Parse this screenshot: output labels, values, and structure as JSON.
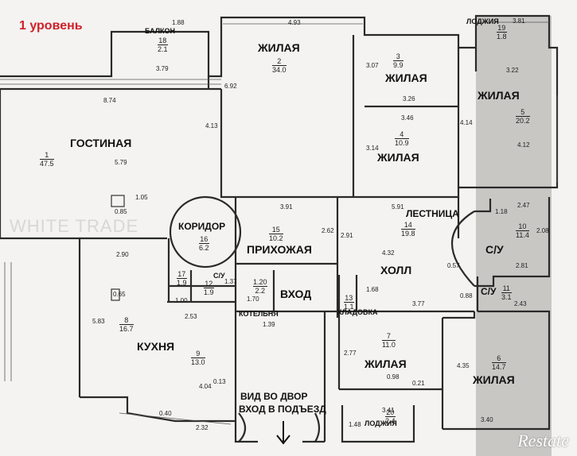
{
  "title": "1 уровень",
  "watermark": "WHITE TRADE",
  "logo": "Restate",
  "rooms": {
    "gostinaya": {
      "label": "ГОСТИНАЯ",
      "num": "1",
      "area": "47.5"
    },
    "kuhnya": {
      "label": "КУХНЯ",
      "num": "8",
      "area": "16.7"
    },
    "kuhnya_sub": {
      "num": "9",
      "area": "13.0"
    },
    "zhilaya_2": {
      "label": "ЖИЛАЯ",
      "num": "2",
      "area": "34.0"
    },
    "zhilaya_3": {
      "label": "ЖИЛАЯ",
      "num": "3",
      "area": "9.9"
    },
    "zhilaya_4": {
      "label": "ЖИЛАЯ",
      "num": "4",
      "area": "10.9"
    },
    "zhilaya_5": {
      "label": "ЖИЛАЯ",
      "num": "5",
      "area": "20.2"
    },
    "zhilaya_6": {
      "label": "ЖИЛАЯ",
      "num": "6",
      "area": "14.7"
    },
    "zhilaya_7": {
      "label": "ЖИЛАЯ",
      "num": "7",
      "area": "11.0"
    },
    "koridor": {
      "label": "КОРИДОР",
      "num": "16",
      "area": "6.2"
    },
    "prihozhaya": {
      "label": "ПРИХОЖАЯ",
      "num": "15",
      "area": "10.2"
    },
    "holl": {
      "label": "ХОЛЛ",
      "num": "14",
      "area": "19.8"
    },
    "lestnica": {
      "label": "ЛЕСТНИЦА"
    },
    "su_10": {
      "label": "С/У",
      "num": "10",
      "area": "11.4"
    },
    "su_11": {
      "label": "С/У",
      "num": "11",
      "area": "3.1"
    },
    "su_12": {
      "label": "С/У",
      "num": "12",
      "area": "1.9"
    },
    "su_17": {
      "num": "17",
      "area": "1.9"
    },
    "vhod": {
      "label": "ВХОД",
      "num": "1.20",
      "area": "2.2"
    },
    "kotelnaya": {
      "label": "КОТЕЛЬНЯ",
      "num": "1.39"
    },
    "kladovka": {
      "label": "КЛАДОВКА",
      "num": "13",
      "area": "1.1"
    },
    "balkon": {
      "label": "БАЛКОН",
      "num": "18",
      "area": "2.1"
    },
    "lodzhiya_top": {
      "label": "ЛОДЖИЯ",
      "num": "19",
      "area": "1.8"
    },
    "lodzhiya_bottom": {
      "label": "ЛОДЖИЯ",
      "num": "20",
      "area": "2.4"
    }
  },
  "entrance": {
    "line1": "ВИД ВО ДВОР",
    "line2": "ВХОД В ПОДЪЕЗД"
  },
  "dims": [
    "1.88",
    "4.93",
    "3.81",
    "3.79",
    "8.74",
    "6.92",
    "3.07",
    "3.26",
    "3.22",
    "3.46",
    "4.14",
    "4.13",
    "3.14",
    "4.12",
    "5.79",
    "1.05",
    "0.85",
    "3.91",
    "5.91",
    "1.18",
    "2.47",
    "2.62",
    "2.91",
    "4.32",
    "2.08",
    "2.90",
    "0.57",
    "2.81",
    "1.37",
    "0.65",
    "1.70",
    "3.77",
    "0.88",
    "2.43",
    "1.00",
    "2.53",
    "1.68",
    "5.83",
    "2.77",
    "0.98",
    "4.35",
    "0.13",
    "4.04",
    "0.40",
    "2.32",
    "3.41",
    "3.40",
    "1.48",
    "0.21"
  ]
}
